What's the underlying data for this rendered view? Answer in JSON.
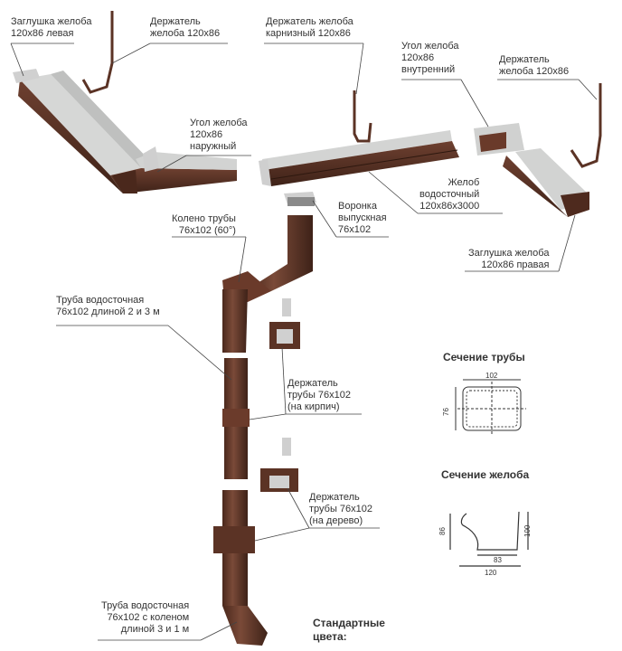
{
  "colors": {
    "metal": "#5b3325",
    "metal_dark": "#3e2218",
    "inner": "#d9dad9",
    "line": "#222222"
  },
  "labels": {
    "cap_left": "Заглушка желоба\n120х86 левая",
    "holder_gutter_1": "Держатель\nжелоба 120х86",
    "holder_cornice": "Держатель желоба\nкарнизный 120х86",
    "corner_inner": "Угол желоба\n120х86\nвнутренний",
    "holder_gutter_2": "Держатель\nжелоба 120х86",
    "corner_outer": "Угол желоба\n120х86\nнаружный",
    "gutter": "Желоб\nводосточный\n120х86х3000",
    "funnel": "Воронка\nвыпускная\n76х102",
    "elbow": "Колено трубы\n76х102 (60°)",
    "cap_right": "Заглушка желоба\n120х86 правая",
    "pipe": "Труба водосточная\n76х102 длиной 2 и 3 м",
    "holder_pipe_brick": "Держатель\nтрубы 76х102\n(на кирпич)",
    "holder_pipe_wood": "Держатель\nтрубы 76х102\n(на дерево)",
    "pipe_elbow": "Труба водосточная\n76х102 с коленом\nдлиной 3 и 1 м",
    "std_colors": "Стандартные\nцвета:"
  },
  "sections": {
    "pipe": {
      "title": "Сечение трубы",
      "width": "102",
      "height": "76"
    },
    "gutter": {
      "title": "Сечение желоба",
      "left_h": "86",
      "right_h": "100",
      "bottom": "83",
      "total": "120"
    }
  }
}
